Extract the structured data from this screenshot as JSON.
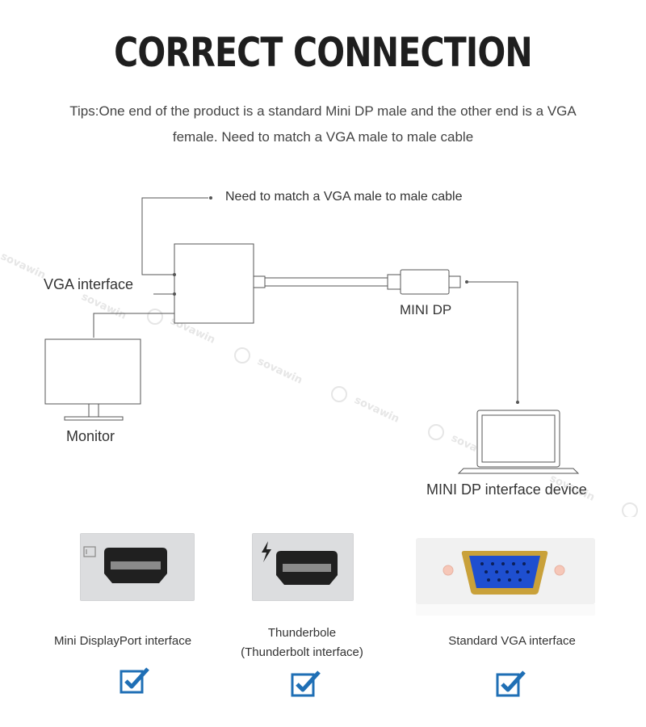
{
  "title": "CORRECT CONNECTION",
  "tips": {
    "line1": "Tips:One end of the product is a standard Mini DP male  and the other end is a VGA",
    "line2": "female. Need to match a VGA male to male cable"
  },
  "diagram": {
    "cable_note": "Need to match a VGA male to male cable",
    "vga_interface": "VGA interface",
    "mini_dp": "MINI DP",
    "monitor": "Monitor",
    "device": "MINI DP interface device",
    "watermark": "sovawin"
  },
  "ports": [
    {
      "name": "Mini DisplayPort interface",
      "line2": ""
    },
    {
      "name": "Thunderbole",
      "line2": "(Thunderbolt interface)"
    },
    {
      "name": "Standard VGA interface",
      "line2": ""
    }
  ],
  "colors": {
    "line": "#555555",
    "check": "#1f6fb5",
    "vga_blue": "#1e4fd0",
    "port_gray": "#d9dadc"
  }
}
